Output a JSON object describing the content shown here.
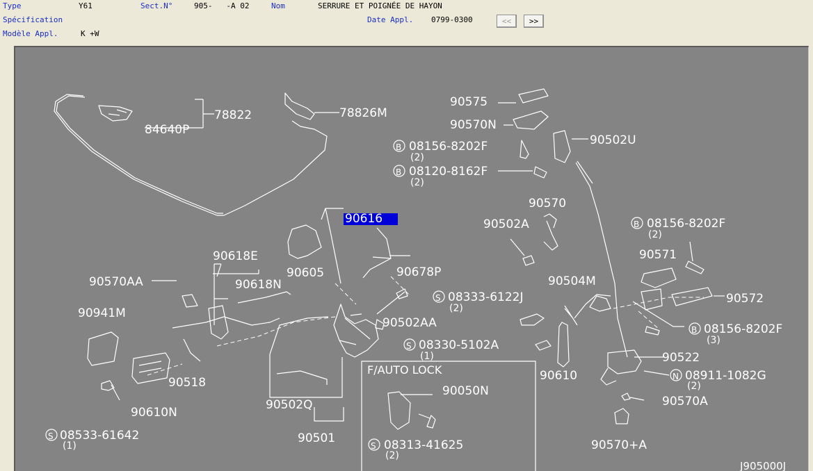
{
  "header": {
    "type_label": "Type",
    "type_value": "Y61",
    "sect_label": "Sect.N°",
    "sect_value": "905-   -A 02",
    "nom_label": "Nom",
    "nom_value": "SERRURE ET POIGNÉE DE HAYON",
    "spec_label": "Spécification",
    "date_label": "Date Appl.",
    "date_value": "0799-0300",
    "model_label": "Modèle Appl.",
    "model_value": "K +W",
    "prev_label": "<<",
    "next_label": ">>"
  },
  "diagram": {
    "selected_part": "90616",
    "inset_title": "F/AUTO LOCK",
    "drawing_id": "J905000J",
    "parts": [
      {
        "id": "p78822",
        "text": "78822"
      },
      {
        "id": "p84640P",
        "text": "84640P"
      },
      {
        "id": "p78826M",
        "text": "78826M"
      },
      {
        "id": "p90575",
        "text": "90575"
      },
      {
        "id": "p90570N",
        "text": "90570N"
      },
      {
        "id": "p08156a",
        "text": "08156-8202F",
        "prefix": "B",
        "qty": "(2)"
      },
      {
        "id": "p90502U",
        "text": "90502U"
      },
      {
        "id": "p08120",
        "text": "08120-8162F",
        "prefix": "B",
        "qty": "(2)"
      },
      {
        "id": "p90570",
        "text": "90570"
      },
      {
        "id": "p90502A",
        "text": "90502A"
      },
      {
        "id": "p08156b",
        "text": "08156-8202F",
        "prefix": "B",
        "qty": "(2)"
      },
      {
        "id": "p90571",
        "text": "90571"
      },
      {
        "id": "p90572",
        "text": "90572"
      },
      {
        "id": "p08156c",
        "text": "08156-8202F",
        "prefix": "B",
        "qty": "(3)"
      },
      {
        "id": "p90504M",
        "text": "90504M"
      },
      {
        "id": "p08333",
        "text": "08333-6122J",
        "prefix": "S",
        "qty": "(2)"
      },
      {
        "id": "p08330",
        "text": "08330-5102A",
        "prefix": "S",
        "qty": "(1)"
      },
      {
        "id": "p90610",
        "text": "90610"
      },
      {
        "id": "p90522",
        "text": "90522"
      },
      {
        "id": "p08911",
        "text": "08911-1082G",
        "prefix": "N",
        "qty": "(2)"
      },
      {
        "id": "p90570A",
        "text": "90570A"
      },
      {
        "id": "p90570pA",
        "text": "90570+A"
      },
      {
        "id": "p90605",
        "text": "90605"
      },
      {
        "id": "p90678P",
        "text": "90678P"
      },
      {
        "id": "p90618E",
        "text": "90618E"
      },
      {
        "id": "p90618N",
        "text": "90618N"
      },
      {
        "id": "p90570AA",
        "text": "90570AA"
      },
      {
        "id": "p90941M",
        "text": "90941M"
      },
      {
        "id": "p90518",
        "text": "90518"
      },
      {
        "id": "p90610N",
        "text": "90610N"
      },
      {
        "id": "p08533",
        "text": "08533-61642",
        "prefix": "S",
        "qty": "(1)"
      },
      {
        "id": "p90502AA",
        "text": "90502AA"
      },
      {
        "id": "p90502Q",
        "text": "90502Q"
      },
      {
        "id": "p90501",
        "text": "90501"
      },
      {
        "id": "p90050N",
        "text": "90050N"
      },
      {
        "id": "p08313",
        "text": "08313-41625",
        "prefix": "S",
        "qty": "(2)"
      }
    ]
  }
}
